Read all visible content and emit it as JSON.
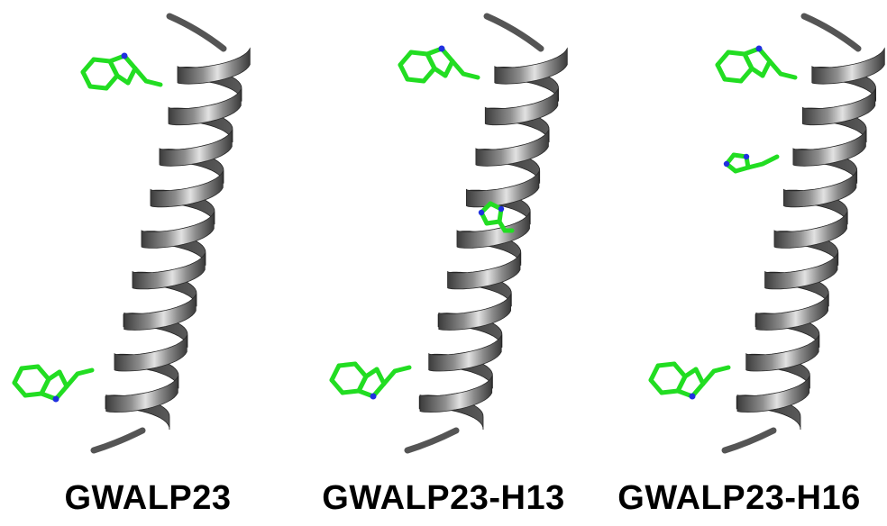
{
  "colors": {
    "background": "#ffffff",
    "helix_light": "#c8c8c8",
    "helix_mid": "#7a7a7a",
    "helix_dark": "#404040",
    "carbon": "#22dd22",
    "nitrogen": "#2030e0"
  },
  "panels": [
    {
      "label": "GWALP23"
    },
    {
      "label": "GWALP23-H13"
    },
    {
      "label": "GWALP23-H16"
    }
  ]
}
